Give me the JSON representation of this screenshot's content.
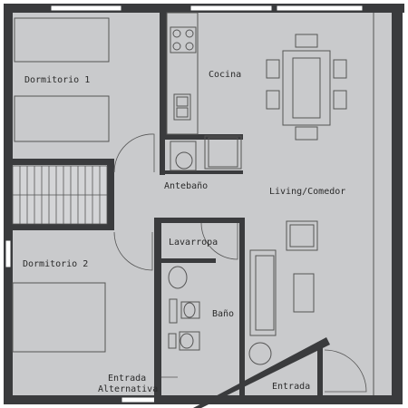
{
  "plan": {
    "rooms": {
      "dormitorio1": "Dormitorio 1",
      "cocina": "Cocina",
      "antebano": "Antebaño",
      "living": "Living/Comedor",
      "lavarropa": "Lavarropa",
      "dormitorio2": "Dormitorio 2",
      "bano": "Baño",
      "entrada_alt_1": "Entrada",
      "entrada_alt_2": "Alternativa",
      "entrada": "Entrada"
    },
    "colors": {
      "floor": "#c9cacc",
      "wall": "#3a3b3d",
      "window": "#ffffff",
      "line": "#555555"
    }
  }
}
